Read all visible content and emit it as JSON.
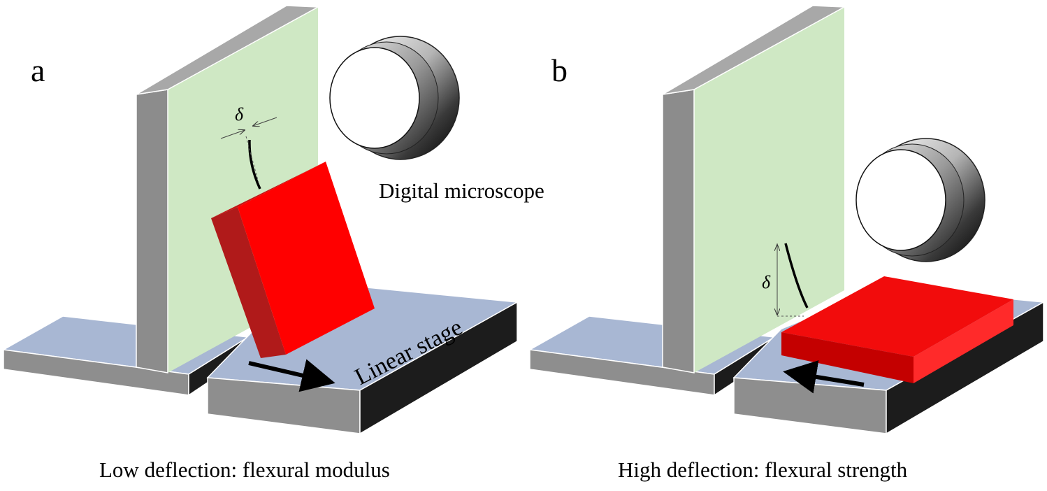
{
  "panels": {
    "a": {
      "letter": "a",
      "microscope_label": "Digital microscope",
      "stage_label": "Linear stage",
      "delta_symbol": "δ",
      "caption": "Low deflection: flexural modulus"
    },
    "b": {
      "letter": "b",
      "delta_symbol": "δ",
      "caption": "High deflection: flexural strength"
    }
  },
  "colors": {
    "backplate": "#cfe8c4",
    "wall_side": "#8c8c8c",
    "wall_top": "#a8a8a8",
    "base_top": "#a8b7d3",
    "base_front": "#8e8e8e",
    "base_side": "#1c1c1c",
    "block_front": "#ff0000",
    "block_side": "#b01a1a",
    "arrow": "#000000"
  }
}
